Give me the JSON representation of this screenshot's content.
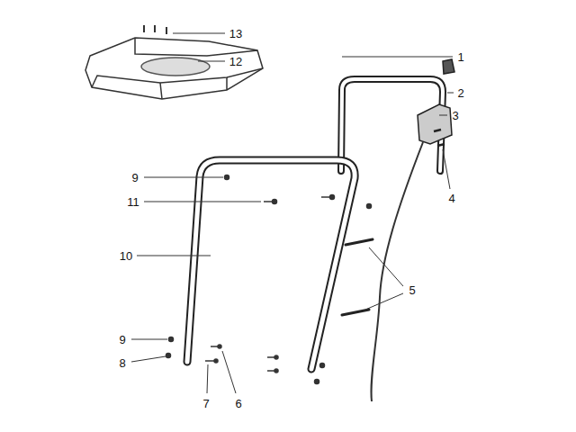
{
  "diagram": {
    "labels": [
      "13",
      "12",
      "1",
      "2",
      "3",
      "4",
      "9",
      "11",
      "10",
      "5",
      "9",
      "8",
      "7",
      "6"
    ]
  }
}
